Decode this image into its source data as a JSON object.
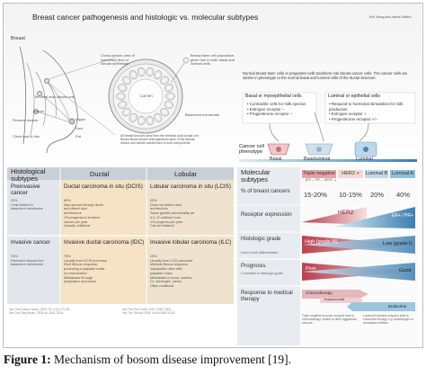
{
  "header": {
    "title": "Breast cancer pathogenesis and histologic vs. molecular subtypes",
    "authors": "Eric Wong and Janna Railton"
  },
  "anatomy": {
    "breast_label": "Breast",
    "labels": {
      "terminal_duct": "Terminal duct lobular unit",
      "areola": "Areola",
      "nipple": "Nipple",
      "pectoral_muscle": "Pectoral muscle",
      "chest_wall": "Chest wall & ribs",
      "duct": "Duct",
      "fat": "Fat"
    },
    "cross_section_note": "Cross-section view of mammary duct or lobular epithelium",
    "breast_stem_note": "Breast stem cell population given rise to both basal and luminal cells",
    "lumen": "Lumen",
    "basement_membrane": "Basement membrane",
    "lobules_note": "All breast tumours arise from the terminal duct lobular unit. Breast tissue shows heterogeneous layer of the tubular lobular and lobular architecture of both components"
  },
  "stem_note": "Normal breast stem cells or progenitor cells transform into breast cancer cells. The cancer cells are similar in phenotype to the normal basal and luminal cells of the ductal structure.",
  "basal_box": {
    "title": "Basal or myoepithelial cells",
    "lines": [
      "Contractile cells for milk ejection",
      "Estrogen receptor –",
      "Progesterone receptor –"
    ]
  },
  "luminal_box": {
    "title": "Luminal or epithelial cells",
    "lines": [
      "Respond to hormonal stimulation for milk production",
      "Estrogen receptor +",
      "Progesterone receptor +/–"
    ]
  },
  "cell_phenotype": {
    "label": "Cancer cell phenotype",
    "basal": "Basal",
    "basoluminal": "Basoluminal",
    "luminal": "Luminal"
  },
  "histology": {
    "header": "Histological subtypes",
    "columns": [
      "Ductal",
      "Lobular"
    ],
    "rows": [
      {
        "label": "Preinvasive cancer",
        "label_lines": [
          "25%",
          "Cells limited to",
          "basement membrane"
        ],
        "ductal_title": "Ductal carcinoma in situ (DCIS)",
        "ductal_lines": [
          "80%",
          "May spread through ducts",
          "and distort duct",
          "architecture",
          "1% progress to invasive",
          "cancer per year",
          "Usually unilateral"
        ],
        "lobular_title": "Lobular carcinoma in situ (LCIS)",
        "lobular_lines": [
          "20%",
          "Does not distort duct",
          "architecture",
          "Same genetic abnormality as",
          "ILC, E-cadherin loss",
          "1% progress per year",
          "Can be bilateral"
        ]
      },
      {
        "label": "Invasive cancer",
        "label_lines": [
          "75%",
          "Extension beyond the",
          "basement membrane"
        ],
        "ductal_title": "Invasive ductal carcinoma (IDC)",
        "ductal_lines": [
          "75%",
          "Usually from DCIS precursor",
          "Elicit fibrous response,",
          "producing a palpable mass",
          "on examination",
          "Metastasis through",
          "lymphatics and blood"
        ],
        "lobular_title": "Invasive lobular carcinoma (ILC)",
        "lobular_lines": [
          "15%",
          "Usually from LCIS precursor",
          "Minimal fibrous response,",
          "impalpable often with",
          "palpable mass",
          "Metastasis to bone, ovaries,",
          "GI, meninges, uterus",
          "Often multifocal"
        ]
      }
    ],
    "footnotes": [
      "Van Tina Foston-Vanna, 2009; 15; 4 (1): 271-96.",
      "Van Gar (Sing Bone), 2008-34; 2001-2018;",
      "Van The Fish Guest, 2007-2038; 15(4).",
      "Van The Tell Acc 2005; 30/04/2008-14-15"
    ]
  },
  "molecular": {
    "header": "Molecular subtypes",
    "subtypes": [
      {
        "name": "Triple negative",
        "sub": "(ER –, PR –, HER2 –)",
        "color": "#e8a0a8"
      },
      {
        "name": "HER2 +",
        "color": "#f4d6d2"
      },
      {
        "name": "Luminal B",
        "color": "#bfd9e8"
      },
      {
        "name": "Luminal A",
        "color": "#8fc0dc"
      }
    ],
    "rows": [
      {
        "label": "% of breast cancers",
        "note": ""
      },
      {
        "label": "Receptor expression",
        "note": ""
      },
      {
        "label": "Histologic grade",
        "note": "Level of cell differentiation"
      },
      {
        "label": "Prognosis",
        "note": "Correlates to histologic grade"
      },
      {
        "label": "Response to medical therapy",
        "note": ""
      }
    ],
    "percentages": [
      "15-20%",
      "10-15%",
      "20%",
      "40%"
    ],
    "her2_label": "HER2",
    "er_pr_label": "ER+ / PR+",
    "grade_high": "High (grade III)",
    "grade_low": "Low (grade I)",
    "prognosis_poor": "Poor",
    "prognosis_good": "Good",
    "therapies": [
      "Chemotherapy",
      "Trastuzumab",
      "Endocrine"
    ],
    "footnotes": {
      "left": "Triple negative tumours respond best to chemotherapy, similar to other aggressive cancers",
      "right": "Luminal A tumours respond best to endocrine therapy, e.g. antiestrogen or aromatase inhibitor"
    }
  },
  "caption": {
    "bold": "Figure 1:",
    "text": " Mechanism of bosom disease improvement [19]."
  }
}
